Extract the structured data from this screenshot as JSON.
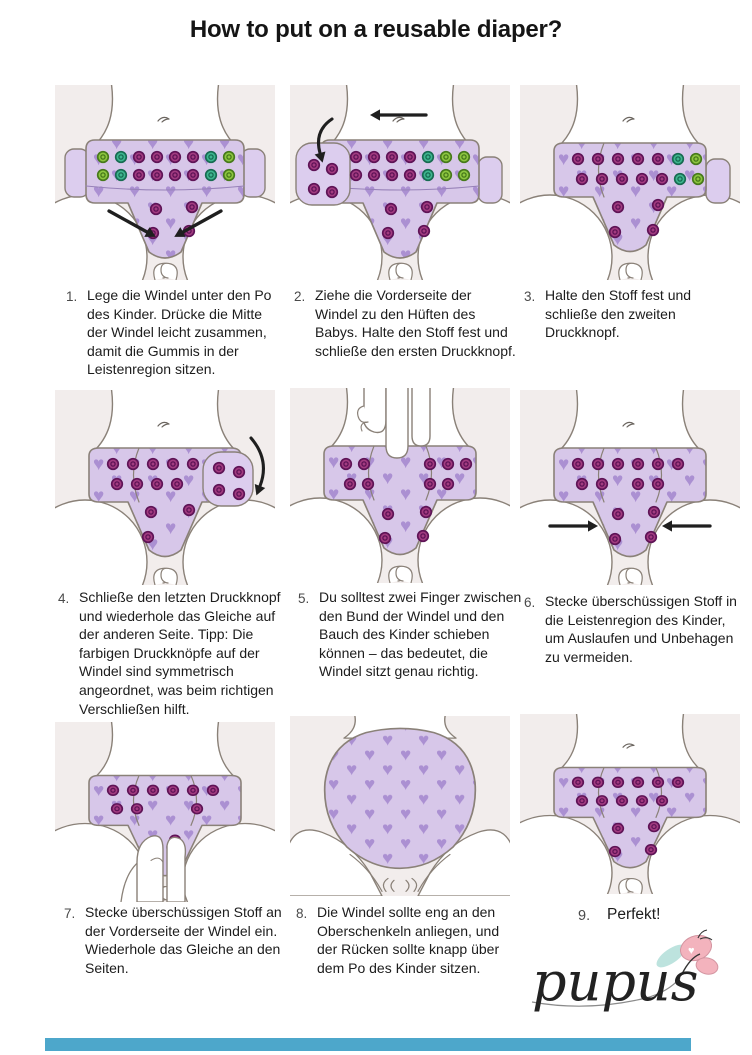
{
  "title": "How to put on a reusable diaper?",
  "steps": [
    {
      "number": "1.",
      "text": "Lege die Windel unter den Po des Kinder. Drücke die Mitte der Windel leicht zusammen, damit die Gummis in der Leistenregion sitzen."
    },
    {
      "number": "2.",
      "text": "Ziehe die Vorderseite der Windel zu den Hüften des Babys. Halte den Stoff fest und schließe den ersten Druckknopf."
    },
    {
      "number": "3.",
      "text": "Halte den Stoff fest und schließe den zweiten Druckknopf."
    },
    {
      "number": "4.",
      "text": "Schließe den letzten Druckknopf und wiederhole das Gleiche auf der anderen Seite. Tipp: Die farbigen Druckknöpfe auf der Windel sind symmetrisch angeordnet, was beim richtigen Verschließen hilft."
    },
    {
      "number": "5.",
      "text": "Du solltest zwei Finger zwischen den Bund der Windel und den Bauch des Kinder schieben können – das bedeutet, die Windel sitzt genau richtig."
    },
    {
      "number": "6.",
      "text": "Stecke überschüssigen Stoff in die Leistenregion des Kinder, um Auslaufen und Unbehagen zu vermeiden."
    },
    {
      "number": "7.",
      "text": "Stecke überschüssigen Stoff an der Vorderseite der Windel ein. Wiederhole das Gleiche an den Seiten."
    },
    {
      "number": "8.",
      "text": "Die Windel sollte eng an den Oberschenkeln anliegen, und der Rücken sollte knapp über dem Po des Kinder sitzen."
    },
    {
      "number": "9.",
      "text": "Perfekt!"
    }
  ],
  "logo": {
    "text": "pupus"
  },
  "colors": {
    "panel_bg": "#f2edec",
    "diaper": "#d7c7e9",
    "heart": "#ab90d2",
    "tab": "#dccdee",
    "outline": "#8a8178",
    "snap_magenta": "#a23b80",
    "snap_magenta_dark": "#5e1356",
    "snap_green": "#8dc63f",
    "snap_green_dark": "#46791b",
    "snap_teal": "#3eb68f",
    "snap_teal_dark": "#176b51",
    "arrow": "#1f1f1f",
    "footer_bar": "#4da7cb",
    "logo_pink": "#f3b3bd",
    "logo_pink_dark": "#d495a1",
    "logo_teal": "#bde3de",
    "logo_text": "#222222"
  }
}
